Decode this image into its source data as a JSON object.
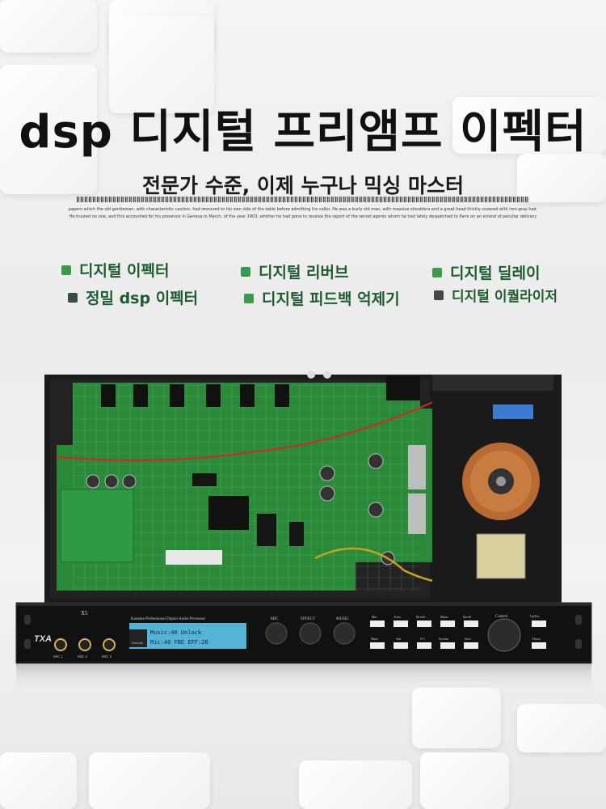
{
  "header": {
    "title": "dsp 디지털 프리앰프 이펙터",
    "subtitle": "전문가 수준, 이제 누구나 믹싱 마스터",
    "small_line1": "papers which the old gentleman, with characteristic caution, had removed to his own side of the table before admitting his caller. He was a burly old man, with massive shoulders and a great head thickly covered with iron-gray hair.",
    "small_line2": "He trusted no one, and this accounted for his presence in Geneva in March, of the year 1903, whither he had gone to receive the report of the secret agents whom he had lately despatched to Paris on an errand of peculiar delicacy"
  },
  "features": [
    {
      "label": "디지털 이펙터",
      "color": "#3d9a4a"
    },
    {
      "label": "디지털 리버브",
      "color": "#3d9a4a"
    },
    {
      "label": "디지털 딜레이",
      "color": "#3d9a4a"
    },
    {
      "label": "정밀 dsp 이펙터",
      "color": "#3e4b44"
    },
    {
      "label": "디지털 피드백 억제기",
      "color": "#3d9a4a"
    },
    {
      "label": "디지털 이퀄라이저",
      "color": "#3e4b44"
    }
  ],
  "device": {
    "brand": "TXA",
    "model": "X5",
    "panel_title": "Karaoke Professional Digital Audio Processor",
    "lcd_line1": "Music:40  Unlock",
    "lcd_line2": "Mic:40  FBE  EFF:28",
    "remote_label": "Remote",
    "mic_labels": [
      "MIC 1",
      "MIC 2",
      "MIC 3"
    ],
    "knob_labels": [
      "MIC",
      "EFFECT",
      "MUSIC"
    ],
    "button_row1": [
      "Mic",
      "Echo",
      "Reverb",
      "Music",
      "Recall"
    ],
    "button_row2": [
      "Main",
      "Sub",
      "S-C",
      "System",
      "Save"
    ],
    "control_label": "Control",
    "up_label": "Up/Esc",
    "down_label": "Down"
  }
}
